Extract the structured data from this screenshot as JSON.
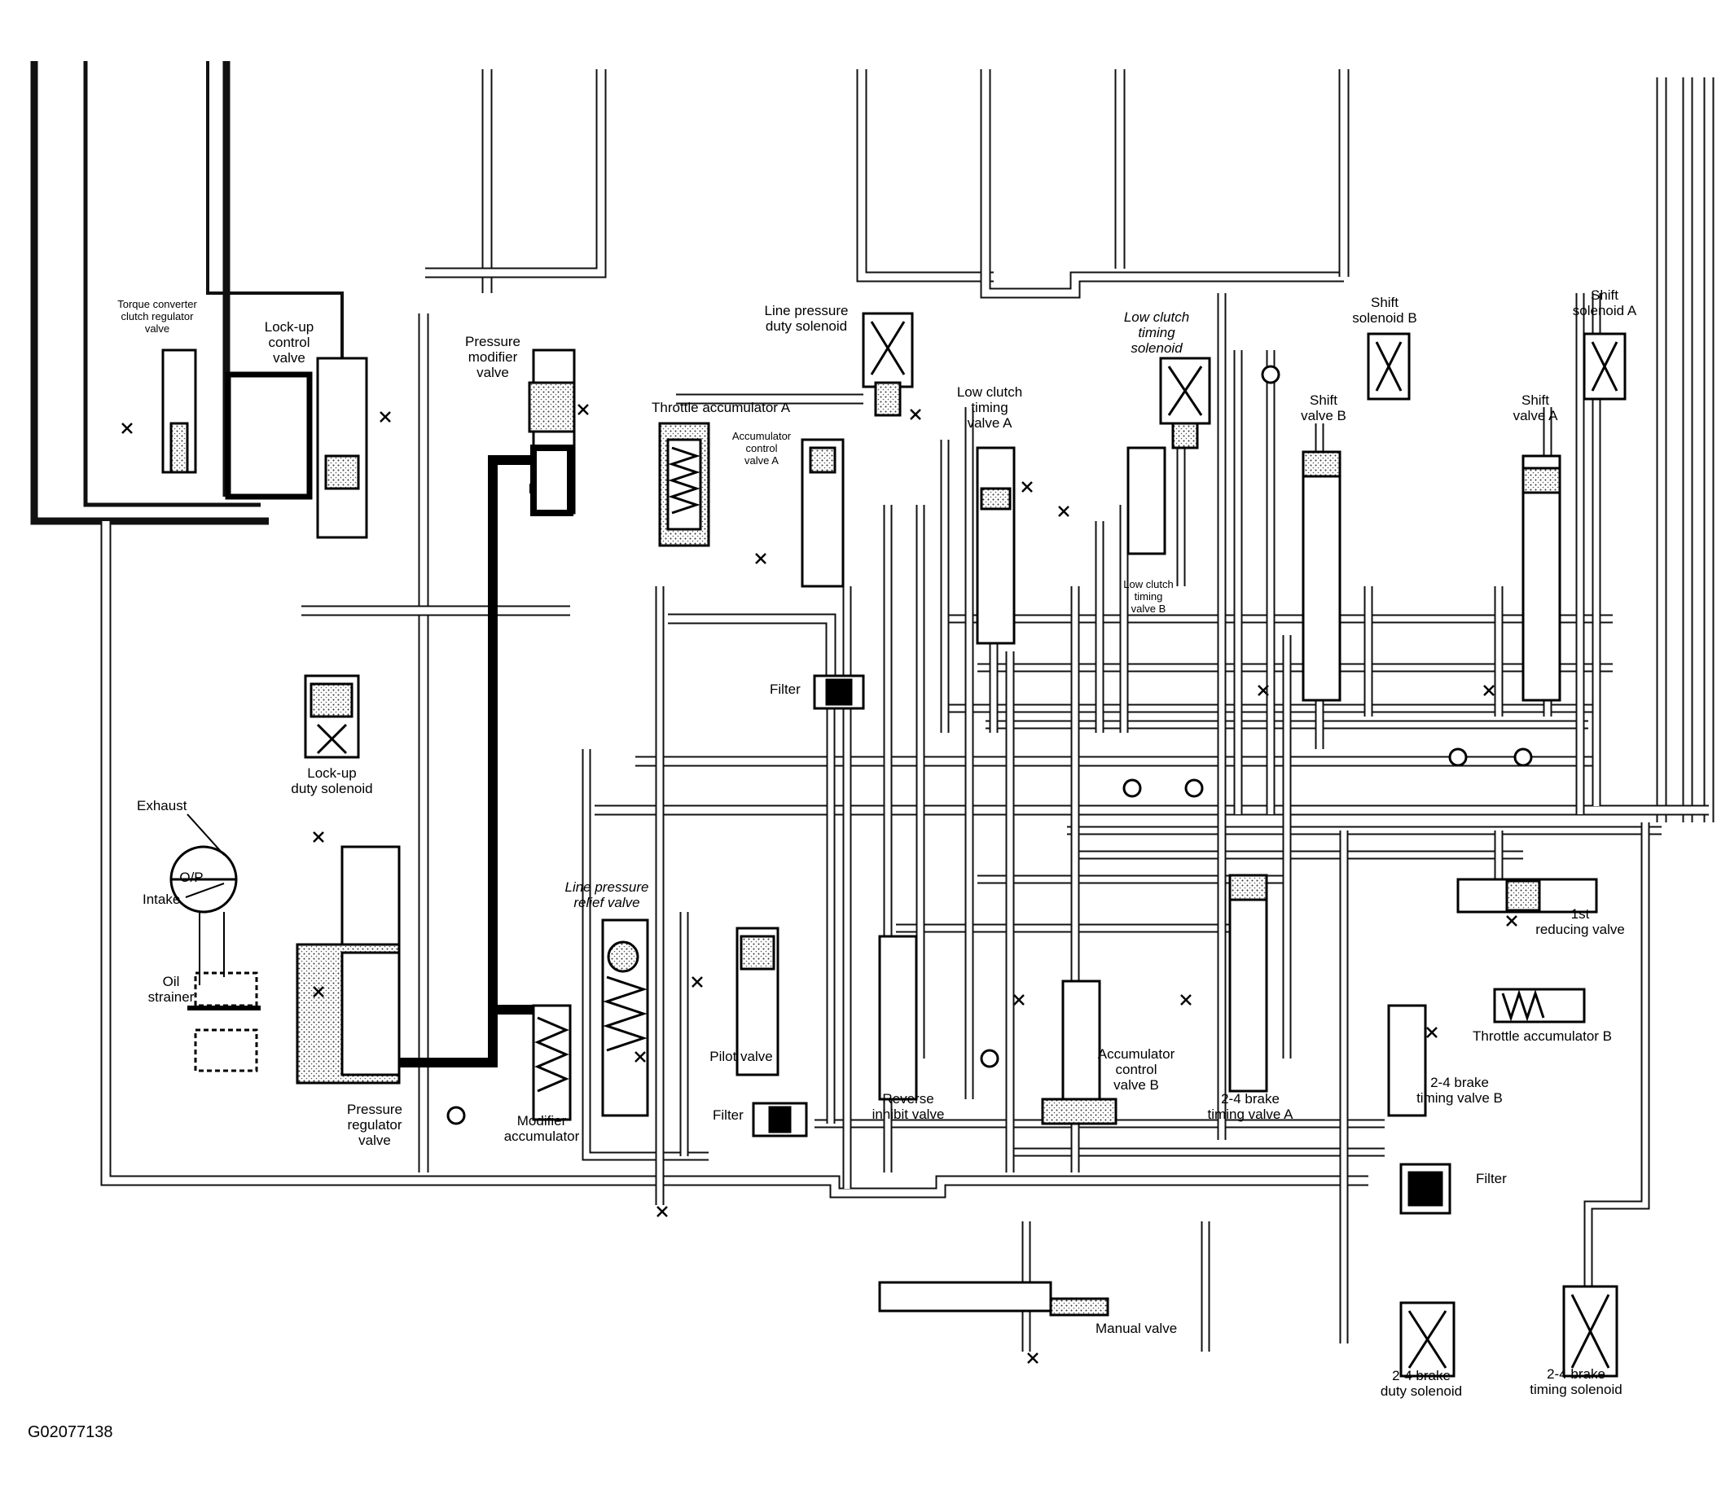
{
  "figure_id": "G02077138",
  "labels": {
    "torque_converter": "Torque converter\nclutch regulator\nvalve",
    "lockup_control": "Lock-up\ncontrol\nvalve",
    "pressure_modifier": "Pressure\nmodifier\nvalve",
    "line_pressure_duty": "Line pressure\nduty solenoid",
    "throttle_acc_a": "Throttle accumulator A",
    "acc_control_a": "Accumulator\ncontrol\nvalve A",
    "low_clutch_timing_a": "Low clutch\ntiming\nvalve A",
    "low_clutch_timing_solenoid": "Low clutch\ntiming\nsolenoid",
    "low_clutch_timing_b": "Low clutch\ntiming\nvalve B",
    "shift_solenoid_b": "Shift\nsolenoid B",
    "shift_solenoid_a": "Shift\nsolenoid A",
    "shift_valve_b": "Shift\nvalve B",
    "shift_valve_a": "Shift\nvalve A",
    "filter_1": "Filter",
    "lockup_duty": "Lock-up\nduty solenoid",
    "exhaust": "Exhaust",
    "op": "O/P",
    "intake": "Intake",
    "oil_strainer": "Oil\nstrainer",
    "pressure_regulator": "Pressure\nregulator\nvalve",
    "modifier_acc": "Modifier\naccumulator",
    "line_relief": "Line pressure\nrelief valve",
    "pilot_valve": "Pilot valve",
    "filter_2": "Filter",
    "reverse_inhibit": "Reverse\ninhibit valve",
    "acc_control_b": "Accumulator\ncontrol\nvalve B",
    "brake_timing_a": "2-4 brake\ntiming valve A",
    "reducing_1st": "1st\nreducing valve",
    "throttle_acc_b": "Throttle accumulator B",
    "brake_timing_b": "2-4 brake\ntiming valve B",
    "filter_3": "Filter",
    "manual_valve": "Manual valve",
    "brake_duty_solenoid": "2-4 brake\nduty solenoid",
    "brake_timing_solenoid": "2-4 brake\ntiming solenoid"
  }
}
